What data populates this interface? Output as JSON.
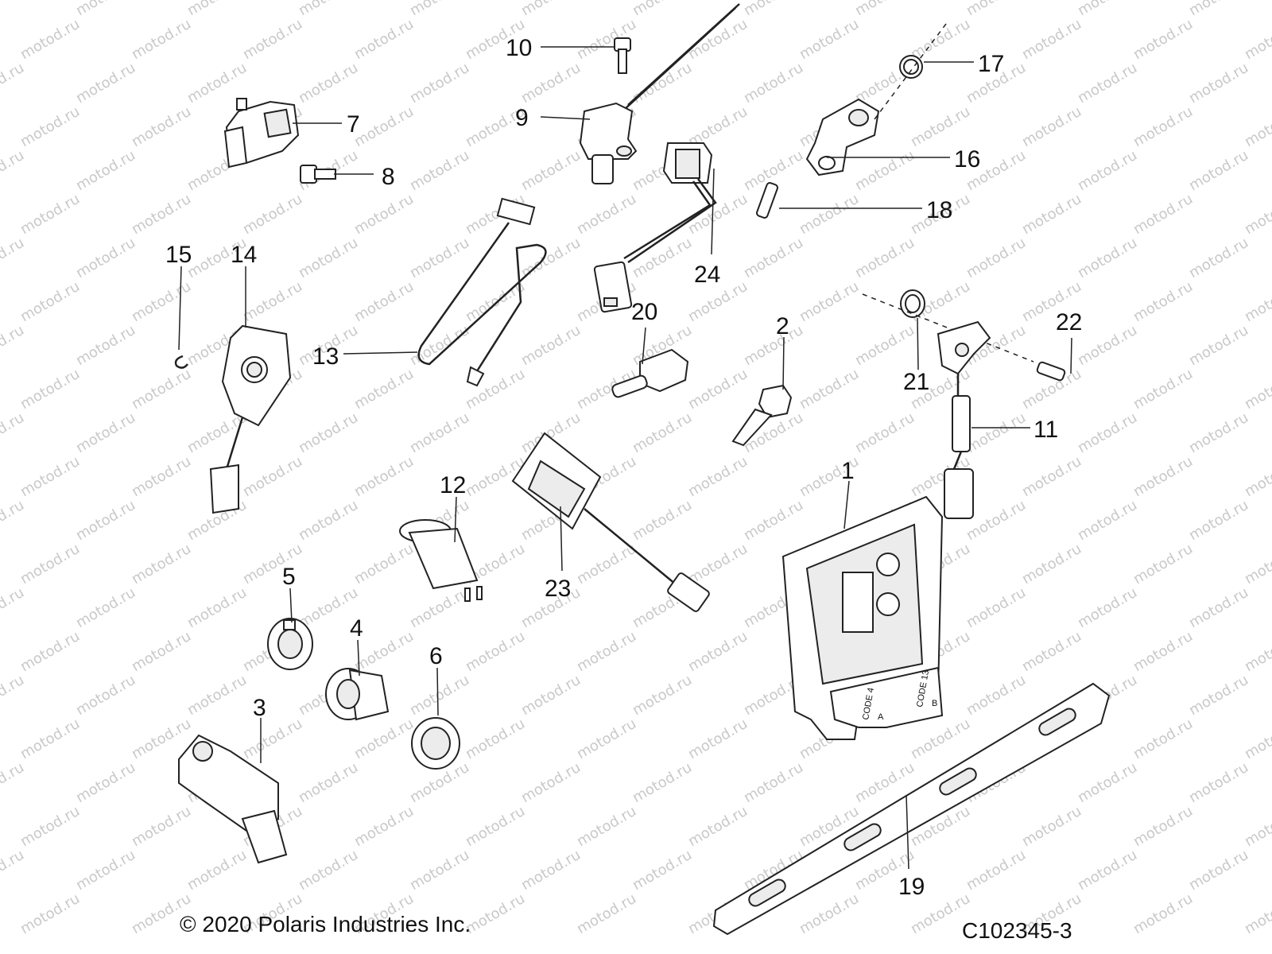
{
  "watermark": "motod.ru",
  "copyright": "© 2020 Polaris Industries Inc.",
  "diagram_code": "C102345-3",
  "ecu_markings": [
    "CODE 4",
    "A",
    "CODE 13",
    "B"
  ],
  "callouts": [
    {
      "id": "c1",
      "label": "1"
    },
    {
      "id": "c2",
      "label": "2"
    },
    {
      "id": "c3",
      "label": "3"
    },
    {
      "id": "c4",
      "label": "4"
    },
    {
      "id": "c5",
      "label": "5"
    },
    {
      "id": "c6",
      "label": "6"
    },
    {
      "id": "c7",
      "label": "7"
    },
    {
      "id": "c8",
      "label": "8"
    },
    {
      "id": "c9",
      "label": "9"
    },
    {
      "id": "c10",
      "label": "10"
    },
    {
      "id": "c11",
      "label": "11"
    },
    {
      "id": "c12",
      "label": "12"
    },
    {
      "id": "c13",
      "label": "13"
    },
    {
      "id": "c14",
      "label": "14"
    },
    {
      "id": "c15",
      "label": "15"
    },
    {
      "id": "c16",
      "label": "16"
    },
    {
      "id": "c17",
      "label": "17"
    },
    {
      "id": "c18",
      "label": "18"
    },
    {
      "id": "c19",
      "label": "19"
    },
    {
      "id": "c20",
      "label": "20"
    },
    {
      "id": "c21",
      "label": "21"
    },
    {
      "id": "c22",
      "label": "22"
    },
    {
      "id": "c23",
      "label": "23"
    },
    {
      "id": "c24",
      "label": "24"
    }
  ]
}
